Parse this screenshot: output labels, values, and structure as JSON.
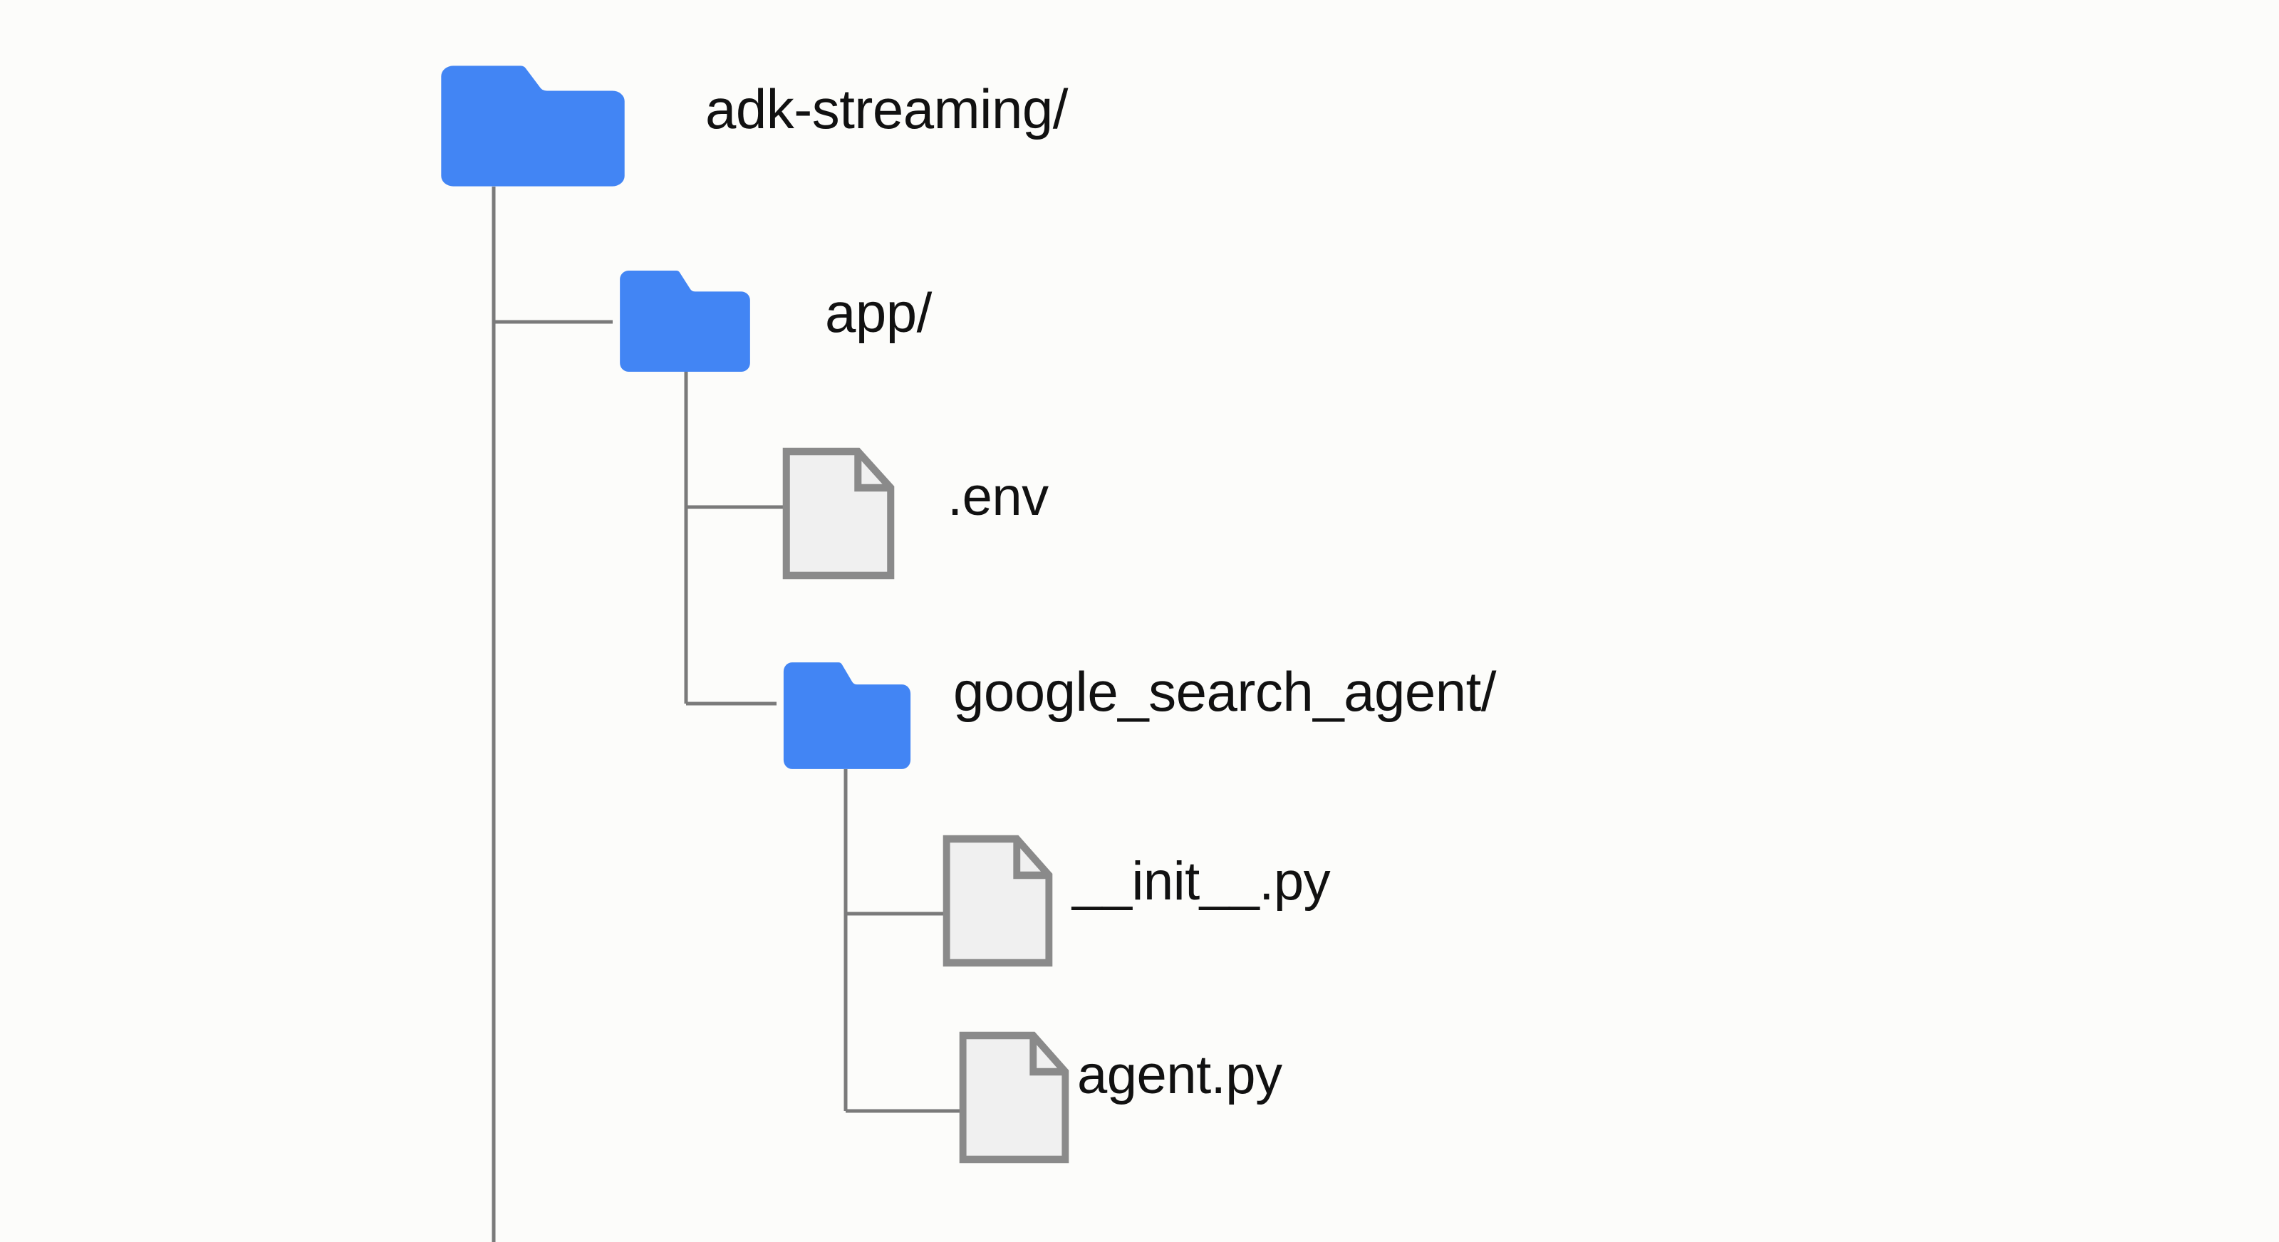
{
  "diagram": {
    "type": "file-tree",
    "title": "",
    "background_color": "#fcfcfa",
    "folder_color": "#4285f4",
    "file_fill_color": "#f0f0f0",
    "file_stroke_color": "#8a8a8a",
    "connector_color": "#7a7a7a",
    "text_color": "#111111"
  },
  "tree": {
    "root": {
      "name": "adk-streaming/",
      "icon": "folder-icon",
      "depth": 0
    },
    "nodes": [
      {
        "id": "root",
        "label": "adk-streaming/",
        "icon": "folder-icon",
        "depth": 0,
        "kind": "folder"
      },
      {
        "id": "app",
        "label": "app/",
        "icon": "folder-icon",
        "depth": 1,
        "kind": "folder"
      },
      {
        "id": "env",
        "label": ".env",
        "icon": "file-icon",
        "depth": 2,
        "kind": "file"
      },
      {
        "id": "gsa",
        "label": "google_search_agent/",
        "icon": "folder-icon",
        "depth": 2,
        "kind": "folder"
      },
      {
        "id": "init",
        "label": "__init__.py",
        "icon": "file-icon",
        "depth": 3,
        "kind": "file"
      },
      {
        "id": "agent",
        "label": "agent.py",
        "icon": "file-icon",
        "depth": 3,
        "kind": "file"
      }
    ]
  }
}
